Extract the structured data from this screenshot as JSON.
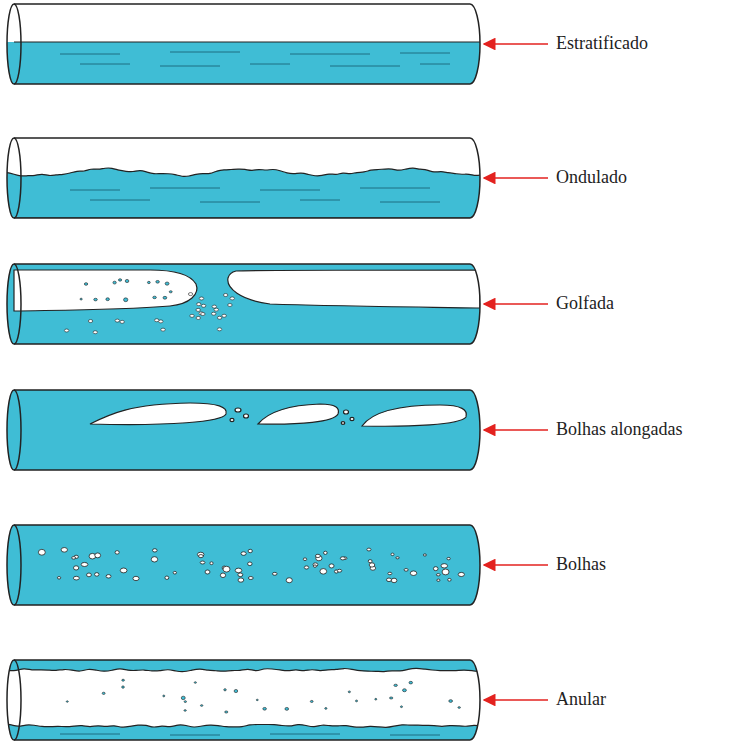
{
  "diagram": {
    "labels": [
      "Estratificado",
      "Ondulado",
      "Golfada",
      "Bolhas alongadas",
      "Bolhas",
      "Anular"
    ]
  }
}
